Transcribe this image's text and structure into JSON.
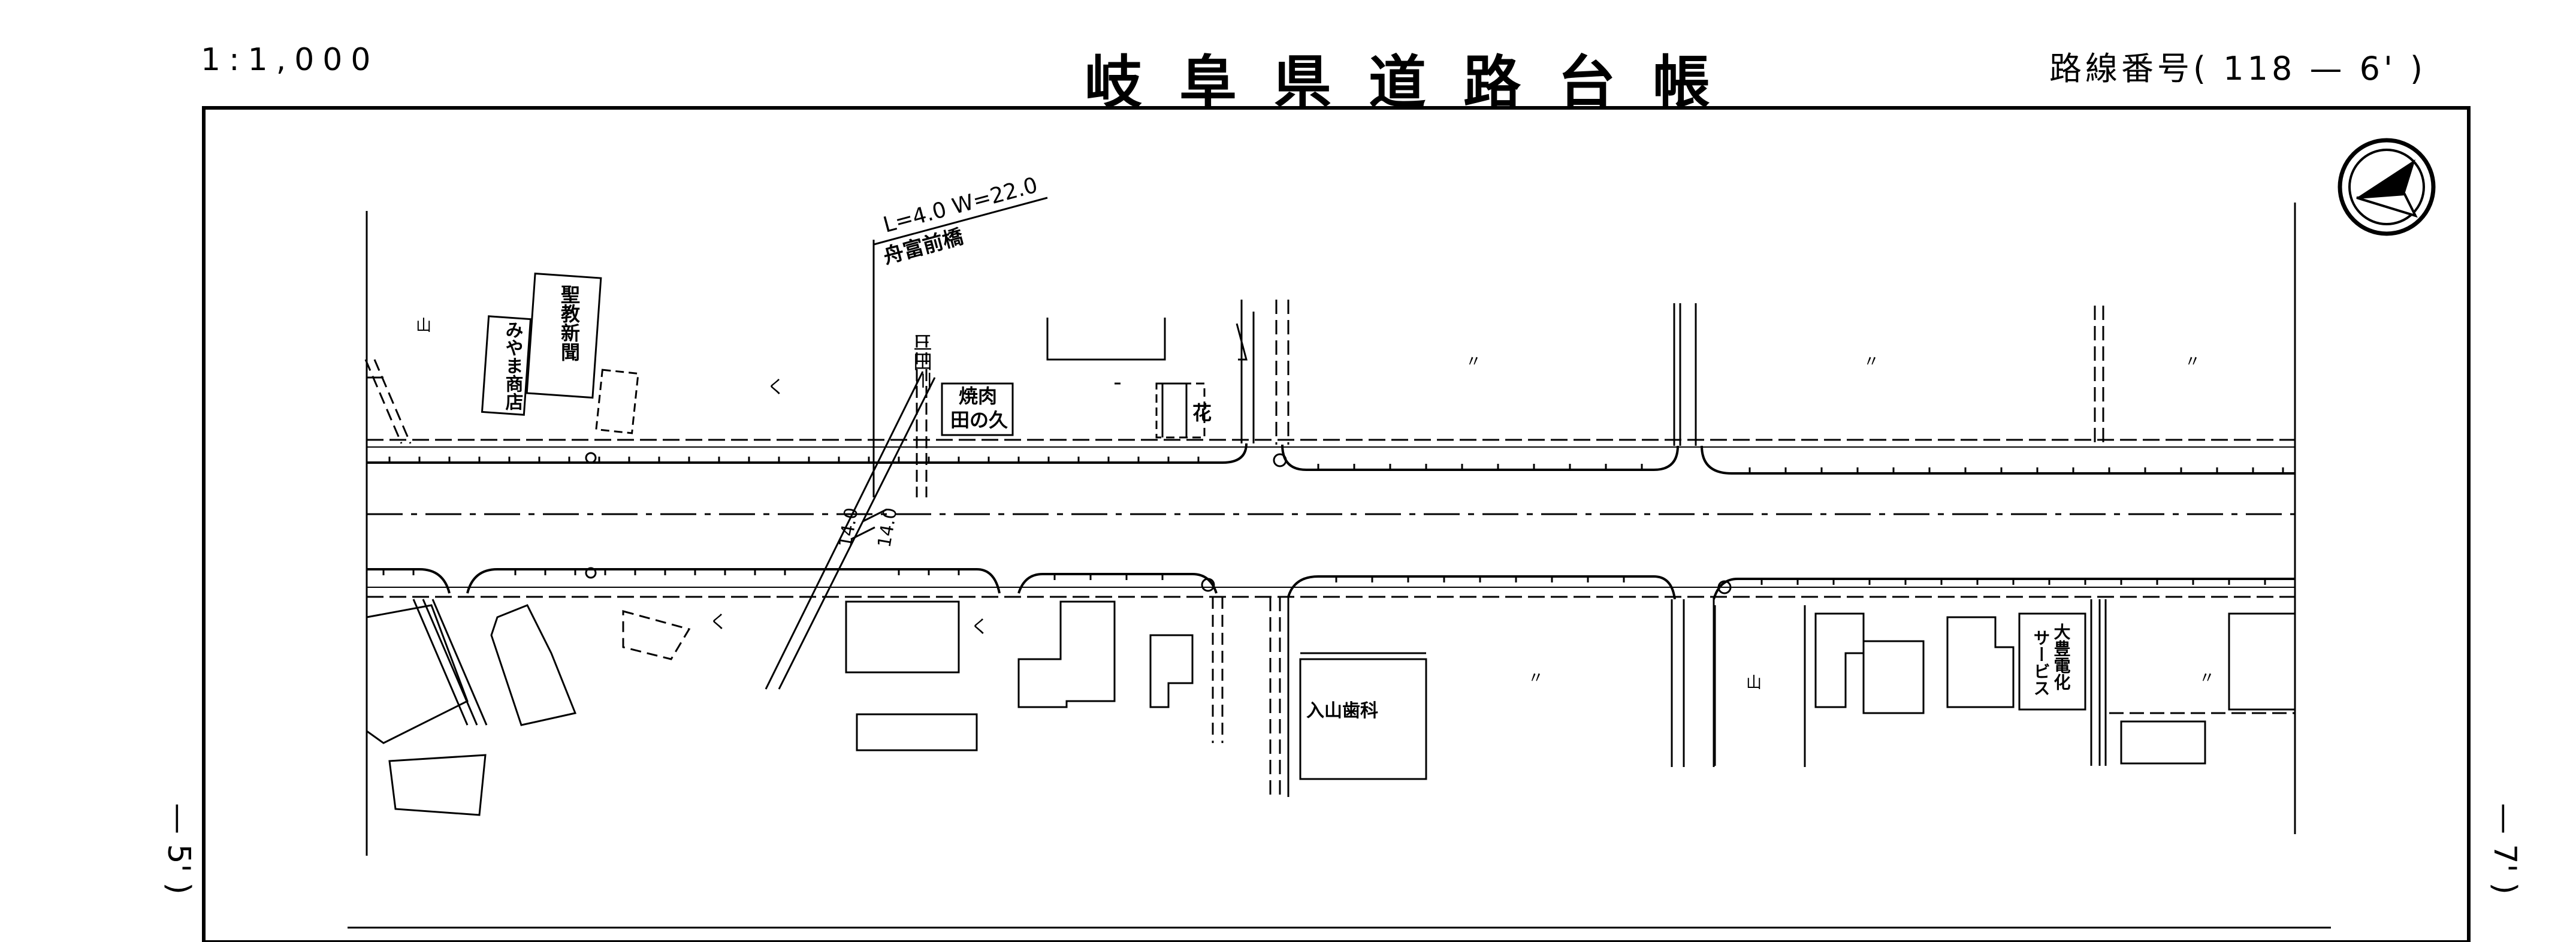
{
  "header": {
    "scale": "1:1,000",
    "title": "岐阜県道路台帳",
    "route_label": "路線番号",
    "route_number": "118 — 6'"
  },
  "margin": {
    "left_ref": "— 5' )",
    "right_ref": "— 7' )"
  },
  "bridge": {
    "dimensions": "L=4.0 W=22.0",
    "name": "舟富前橋"
  },
  "river": {
    "name": "三田川",
    "width_a": "14.0",
    "width_b": "14.0"
  },
  "buildings": {
    "seikyo_shinbun": "聖教新聞",
    "miyama_shoten": "みやま商店",
    "yakiniku_line1": "焼肉",
    "yakiniku_line2": "田の久",
    "flower": "花",
    "iriyama_dental": "入山歯科",
    "daiso_line1": "大豊電化",
    "daiso_line2": "サービス"
  },
  "land_use_marks": {
    "field_1": "山",
    "field_2": "山",
    "paddy_1": "〃",
    "paddy_2": "〃",
    "paddy_3": "〃",
    "paddy_4": "〃",
    "paddy_5": "〃",
    "ditch_1": "く",
    "ditch_2": "く",
    "ditch_3": "く"
  },
  "icons": {
    "north_arrow": "north-arrow-icon"
  }
}
